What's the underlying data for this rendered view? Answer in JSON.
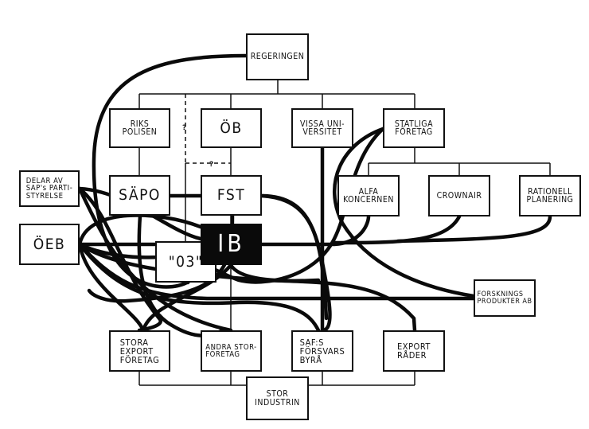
{
  "diagram": {
    "title": "",
    "nodes": {
      "regeringen": {
        "label": "REGERINGEN"
      },
      "rikspolisen": {
        "label": "RIKS\nPOLISEN"
      },
      "ob": {
        "label": "ÖB"
      },
      "vissa_universitet": {
        "label": "VISSA UNI-\nVERSITET"
      },
      "statliga_foretag": {
        "label": "STATLIGA\nFÖRETAG"
      },
      "sapo": {
        "label": "SÄPO"
      },
      "fst": {
        "label": "FST"
      },
      "o3": {
        "label": "\"03\""
      },
      "alfa_koncernen": {
        "label": "ALFA\nKONCERNEN"
      },
      "crownair": {
        "label": "CROWNAIR"
      },
      "rationell_planering": {
        "label": "RATIONELL\nPLANERING"
      },
      "delar_av_sap": {
        "label": "DELAR AV\nSAP's PARTI-\nSTYRELSE"
      },
      "oeb": {
        "label": "ÖEB"
      },
      "ib": {
        "label": "IB"
      },
      "forsknings_produkter": {
        "label": "FORSKNINGS\nPRODUKTER AB"
      },
      "stora_export_foretag": {
        "label": "STORA\nEXPORT\nFÖRETAG"
      },
      "andra_storforetag": {
        "label": "ANDRA STOR-\nFÖRETAG"
      },
      "safs_forsvarsbyra": {
        "label": "SAF:S\nFÖRSVARS\nBYRÅ"
      },
      "export_rader": {
        "label": "EXPORT\nRÅDER"
      },
      "storindustrin": {
        "label": "STOR\nINDUSTRIN"
      }
    },
    "uncertain_marker": "?",
    "central_node_color": "#0a0a0a",
    "line_color": "#0a0a0a"
  }
}
